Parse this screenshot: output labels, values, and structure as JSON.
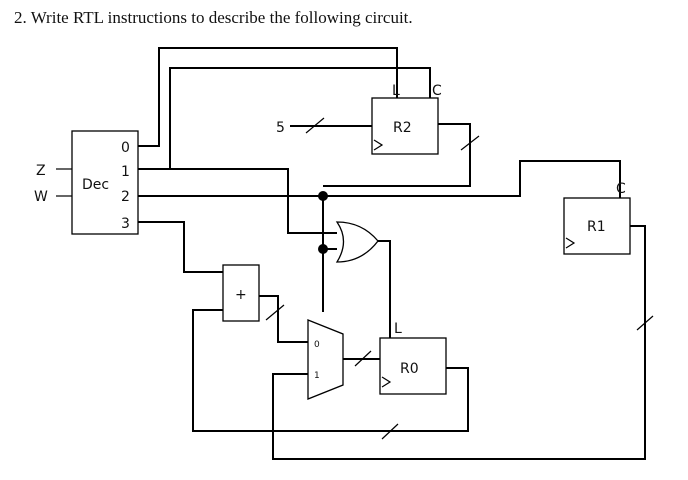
{
  "question": {
    "text": "2. Write RTL instructions to describe the following circuit."
  },
  "decoder": {
    "label": "Dec",
    "inputs": [
      "Z",
      "W"
    ],
    "outputs": [
      "0",
      "1",
      "2",
      "3"
    ]
  },
  "registers": {
    "r2": {
      "name": "R2",
      "load": "L",
      "clear": "C"
    },
    "r1": {
      "name": "R1",
      "clear": "C"
    },
    "r0": {
      "name": "R0",
      "load": "L"
    }
  },
  "constant_input": "5",
  "adder_symbol": "+",
  "mux": {
    "input0": "0",
    "input1": "1"
  }
}
